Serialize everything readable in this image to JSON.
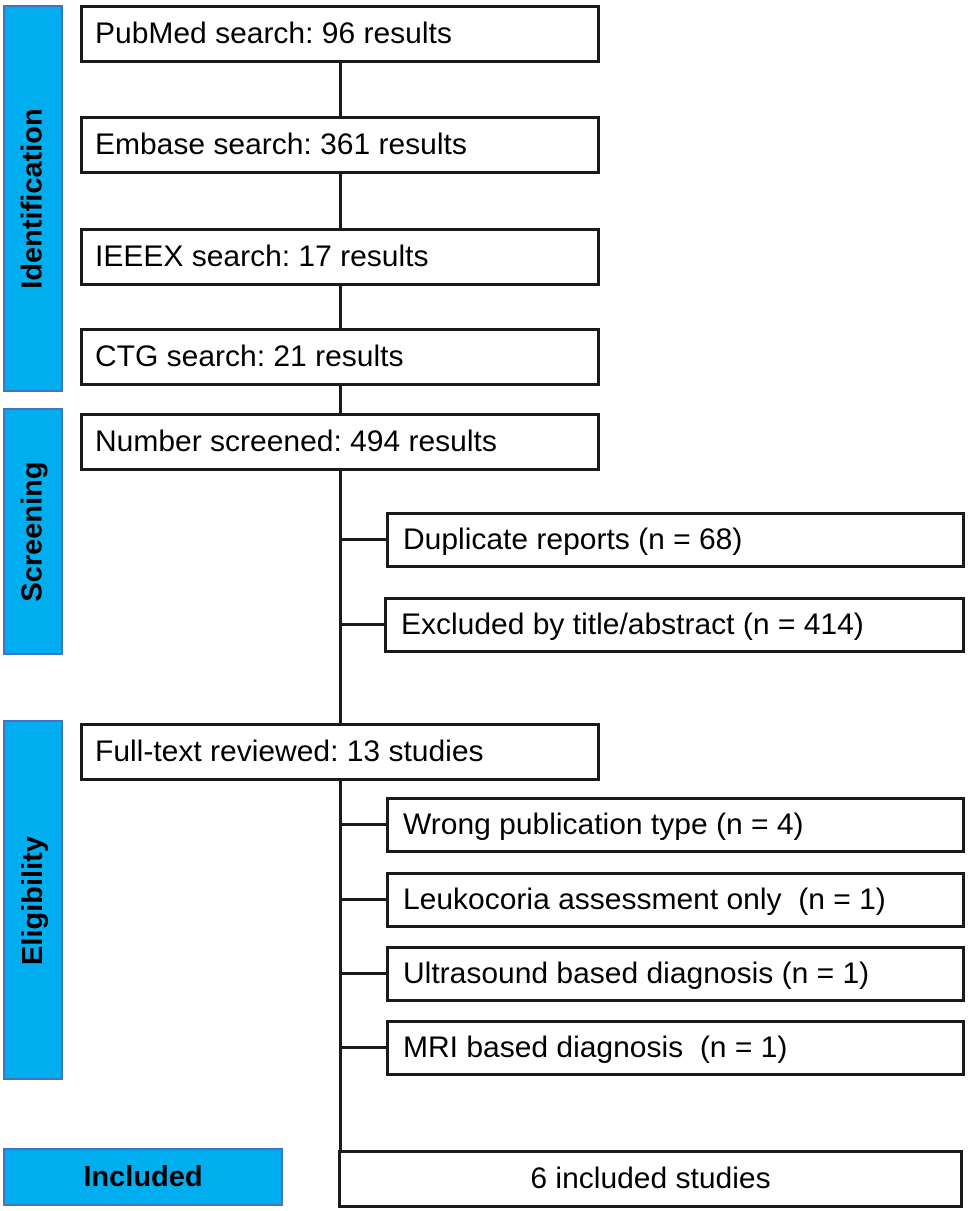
{
  "diagram": {
    "title": "PRISMA study selection flow diagram",
    "accent_color": "#00AEEF",
    "band_border_color": "#4472C4",
    "box_border_color": "#1a1a1a",
    "background_color": "#ffffff"
  },
  "stages": {
    "identification": "Identification",
    "screening": "Screening",
    "eligibility": "Eligibility",
    "included": "Included"
  },
  "identification_boxes": [
    {
      "text": "PubMed search: 96 results",
      "source": "PubMed",
      "count": 96
    },
    {
      "text": "Embase search: 361 results",
      "source": "Embase",
      "count": 361
    },
    {
      "text": "IEEEX search: 17 results",
      "source": "IEEEX",
      "count": 17
    },
    {
      "text": "CTG search: 21 results",
      "source": "CTG",
      "count": 21
    }
  ],
  "screening_box": {
    "text": "Number screened: 494 results",
    "count": 494
  },
  "screening_exclusions": [
    {
      "text": "Duplicate reports (n = 68)",
      "reason": "Duplicate reports",
      "n": 68
    },
    {
      "text": "Excluded by title/abstract (n = 414)",
      "reason": "Excluded by title/abstract",
      "n": 414
    }
  ],
  "eligibility_box": {
    "text": "Full-text reviewed: 13 studies",
    "count": 13
  },
  "eligibility_exclusions": [
    {
      "text": "Wrong publication type (n = 4)",
      "reason": "Wrong publication type",
      "n": 4
    },
    {
      "text": "Leukocoria assessment only  (n = 1)",
      "reason": "Leukocoria assessment only",
      "n": 1
    },
    {
      "text": "Ultrasound based diagnosis (n = 1)",
      "reason": "Ultrasound based diagnosis",
      "n": 1
    },
    {
      "text": "MRI based diagnosis  (n = 1)",
      "reason": "MRI based diagnosis",
      "n": 1
    }
  ],
  "included_box": {
    "text": "6 included studies",
    "count": 6
  }
}
